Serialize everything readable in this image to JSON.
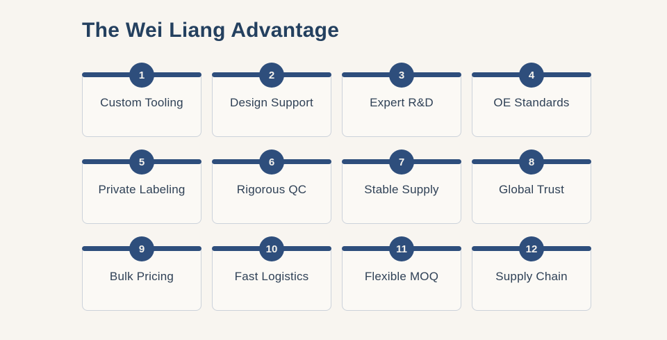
{
  "page": {
    "title": "The Wei Liang Advantage"
  },
  "colors": {
    "navy": "#2e4e7c",
    "heading": "#24405f",
    "label": "#2f4156",
    "page_bg": "#f8f5f0",
    "card_bg": "#fbf9f5",
    "card_border": "#ccd2da",
    "badge_text": "#f5f3ee"
  },
  "cards": [
    {
      "number": "1",
      "label": "Custom Tooling"
    },
    {
      "number": "2",
      "label": "Design Support"
    },
    {
      "number": "3",
      "label": "Expert R&D"
    },
    {
      "number": "4",
      "label": "OE Standards"
    },
    {
      "number": "5",
      "label": "Private Labeling"
    },
    {
      "number": "6",
      "label": "Rigorous QC"
    },
    {
      "number": "7",
      "label": "Stable Supply"
    },
    {
      "number": "8",
      "label": "Global Trust"
    },
    {
      "number": "9",
      "label": "Bulk Pricing"
    },
    {
      "number": "10",
      "label": "Fast Logistics"
    },
    {
      "number": "11",
      "label": "Flexible MOQ"
    },
    {
      "number": "12",
      "label": "Supply Chain"
    }
  ]
}
